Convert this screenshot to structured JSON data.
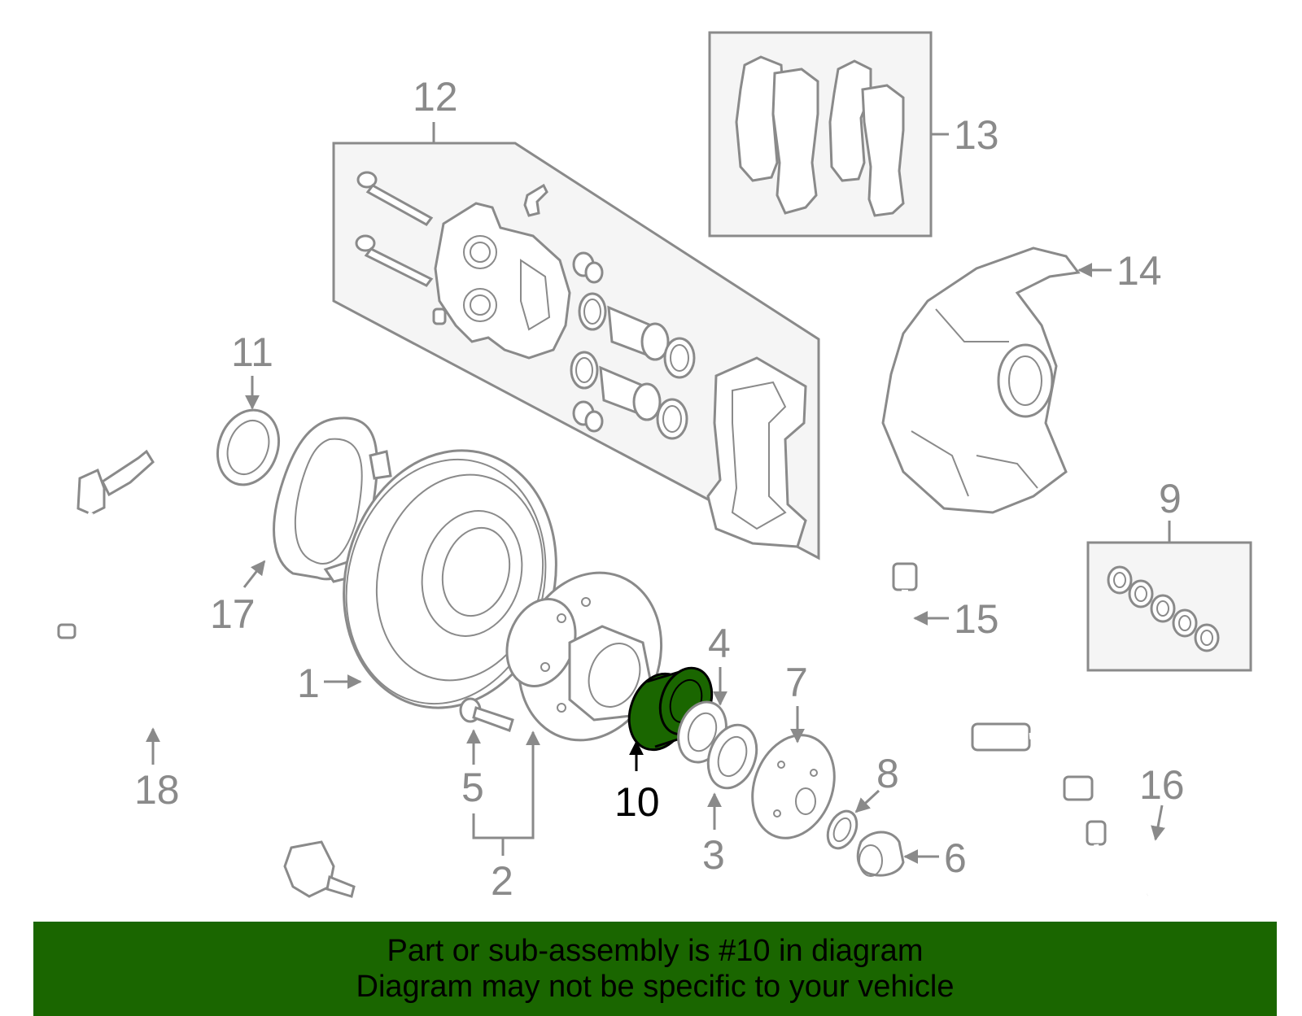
{
  "diagram": {
    "highlighted_part": "10",
    "highlight_color": "#1a6600",
    "line_color": "#8a8a8a",
    "callouts": {
      "c1": "1",
      "c2": "2",
      "c3": "3",
      "c4": "4",
      "c5": "5",
      "c6": "6",
      "c7": "7",
      "c8": "8",
      "c9": "9",
      "c10": "10",
      "c11": "11",
      "c12": "12",
      "c13": "13",
      "c14": "14",
      "c15": "15",
      "c16": "16",
      "c17": "17",
      "c18": "18"
    }
  },
  "banner": {
    "line1": "Part or sub-assembly is #10 in diagram",
    "line2": "Diagram may not be specific to your vehicle",
    "background": "#1a6600"
  }
}
